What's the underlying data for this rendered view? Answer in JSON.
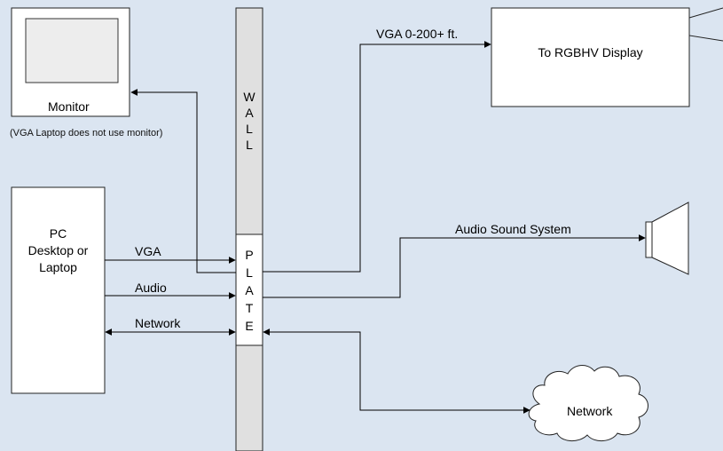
{
  "monitor": {
    "label": "Monitor",
    "note": "(VGA Laptop does not use monitor)"
  },
  "pc": {
    "lines": [
      "PC",
      "Desktop or",
      "Laptop"
    ]
  },
  "wall": {
    "letters": [
      "W",
      "A",
      "L",
      "L"
    ]
  },
  "plate": {
    "letters": [
      "P",
      "L",
      "A",
      "T",
      "E"
    ]
  },
  "connections": {
    "vga": "VGA",
    "audio": "Audio",
    "network": "Network",
    "vga_run": "VGA 0-200+ ft.",
    "audio_system": "Audio Sound System"
  },
  "display": {
    "label": "To RGBHV Display"
  },
  "cloud": {
    "label": "Network"
  },
  "colors": {
    "background": "#dbe5f1",
    "wall": "#e0e0e0",
    "box": "#ffffff",
    "screen": "#ededed",
    "stroke": "#000000"
  }
}
